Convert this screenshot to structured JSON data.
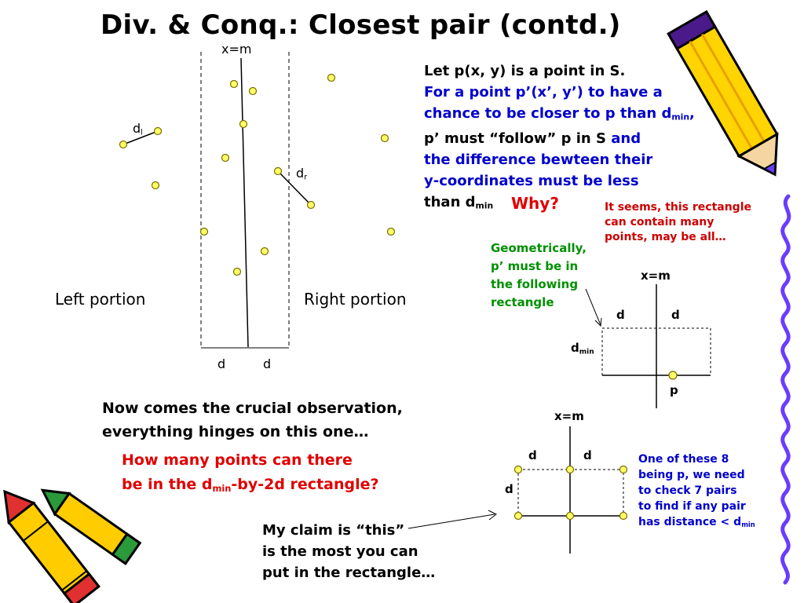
{
  "title": "Div. & Conq.: Closest pair (contd.)",
  "left_diagram": {
    "line_label": "x=m",
    "d_l": "d",
    "d_l_sub": "l",
    "d_r": "d",
    "d_r_sub": "r",
    "left_portion": "Left portion",
    "right_portion": "Right portion",
    "band_left_label": "d",
    "band_right_label": "d"
  },
  "explanation": {
    "line1": "Let p(x, y) is a point in S.",
    "line2": "For a point p’(x’, y’) to have a",
    "line3a": "chance to be closer to p than d",
    "line3_sub": "min",
    "line3b": ",",
    "line4a": "p’ must “follow” p in S",
    "line4b": " and",
    "line5": "the  difference bewteen their",
    "line6": "y-coordinates must be less",
    "line7a": "than d",
    "line7_sub": "min",
    "why": "Why?"
  },
  "red_note": {
    "line1": "It seems, this rectangle",
    "line2": "can contain many",
    "line3": "points, may be all…"
  },
  "green_note": {
    "line1": "Geometrically,",
    "line2": "p’ must be in",
    "line3": "the following",
    "line4": "rectangle"
  },
  "rect_diagram_1": {
    "line_label": "x=m",
    "d_left": "d",
    "d_right": "d",
    "dmin": "d",
    "dmin_sub": "min",
    "p_label": "p"
  },
  "crucial": {
    "line1": "Now comes the crucial observation,",
    "line2": "everything hinges on this one…"
  },
  "question": {
    "line1": "How many points can there",
    "line2a": "be in the d",
    "line2_sub": "min",
    "line2b": "-by-2d rectangle?"
  },
  "claim": {
    "line1": "My claim is “this”",
    "line2": "is the most you can",
    "line3": "put in the rectangle…"
  },
  "rect_diagram_2": {
    "line_label": "x=m",
    "d_left": "d",
    "d_right": "d",
    "d_side": "d"
  },
  "blue_note": {
    "line1": "One of these 8",
    "line2": "being p, we need",
    "line3": "to check 7 pairs",
    "line4": "to find if any pair",
    "line5a": "has distance < d",
    "line5_sub": "min"
  },
  "colors": {
    "point_fill": "#ffff66",
    "point_stroke": "#7a6a00",
    "blue_text": "#0000cc",
    "red_text": "#e00000",
    "green_text": "#009000"
  },
  "icons": [
    "pencil-icon",
    "crayon-icon",
    "squiggle-border"
  ]
}
